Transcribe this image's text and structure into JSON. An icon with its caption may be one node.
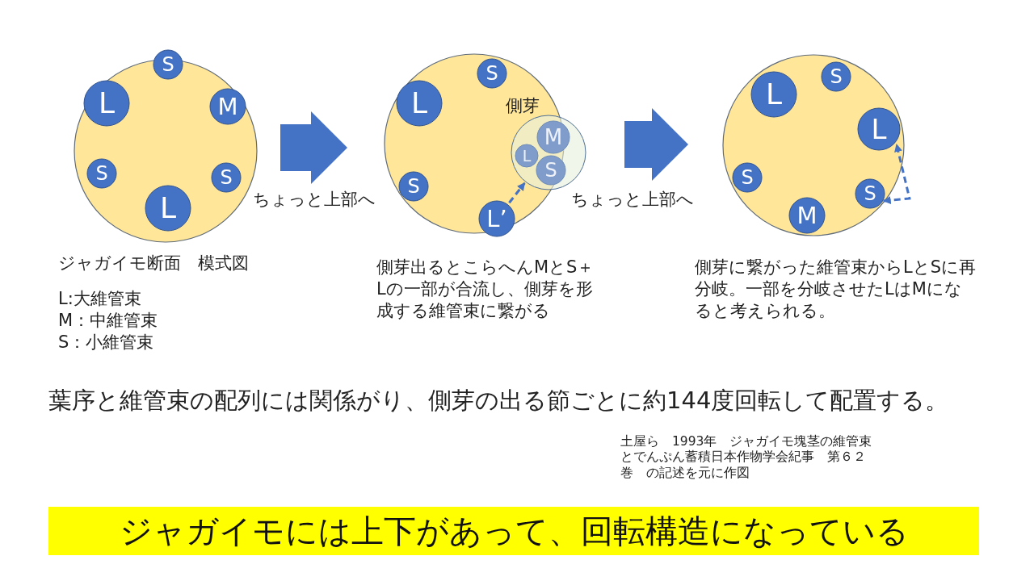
{
  "diagram": {
    "title": "ジャガイモには上下があって、回転構造になっている",
    "nodes": [
      {
        "text": [],
        "shape": "circle"
      },
      {
        "text": [
          "S"
        ],
        "in": 0
      },
      {
        "text": [
          "L"
        ],
        "in": 0
      },
      {
        "text": [
          "M"
        ],
        "in": 0
      },
      {
        "text": [
          "S"
        ],
        "in": 0
      },
      {
        "text": [
          "S"
        ],
        "in": 0
      },
      {
        "text": [
          "L"
        ],
        "in": 0
      },
      {
        "text": [],
        "shape": "circle"
      },
      {
        "text": [
          "S"
        ],
        "in": 7
      },
      {
        "text": [
          "L"
        ],
        "in": 7
      },
      {
        "text": [
          "S"
        ],
        "in": 7
      },
      {
        "text": [
          "L’"
        ],
        "in": 7
      },
      {
        "text": [],
        "shape": "circle"
      },
      {
        "text": [
          "M"
        ],
        "in": 12
      },
      {
        "text": [
          "L"
        ]
      },
      {
        "text": [
          "S"
        ]
      },
      {
        "text": [],
        "shape": "circle"
      },
      {
        "text": [
          "L"
        ],
        "in": 16
      },
      {
        "text": [
          "S"
        ],
        "in": 16
      },
      {
        "text": [
          "L"
        ],
        "in": 16
      },
      {
        "text": [
          "S"
        ],
        "in": 16
      },
      {
        "text": [
          "S"
        ],
        "in": 16
      },
      {
        "text": [
          "M"
        ],
        "in": 16
      }
    ],
    "edges": [
      {
        "from": 0,
        "to": 7,
        "arrow": "to",
        "label": "ちょっと上部へ",
        "style": "thick"
      },
      {
        "from": 11,
        "to": 12,
        "arrow": "to",
        "style": "dashed"
      },
      {
        "from": 7,
        "to": 16,
        "arrow": "to",
        "label": "ちょっと上部へ",
        "style": "thick"
      },
      {
        "from": 21,
        "to": 19,
        "arrow": "both",
        "style": "dashed"
      }
    ],
    "labels": [
      "側芽",
      "ジャガイモ断面　模式図",
      "L:大維管束",
      "M：中維管束",
      "S：小維管束",
      "側芽出るとこらへんMとS＋Lの一部が合流し、側芽を形成する維管束に繋がる",
      "側芽に繋がった維管束からLとSに再分岐。一部を分岐させたLはMになると考えられる。",
      "葉序と維管束の配列には関係がり、側芽の出る節ごとに約144度回転して配置する。",
      "土屋ら　1993年　ジャガイモ塊茎の維管束とでんぷん蓄積日本作物学会紀事　第６２巻　の記述を元に作図"
    ]
  }
}
